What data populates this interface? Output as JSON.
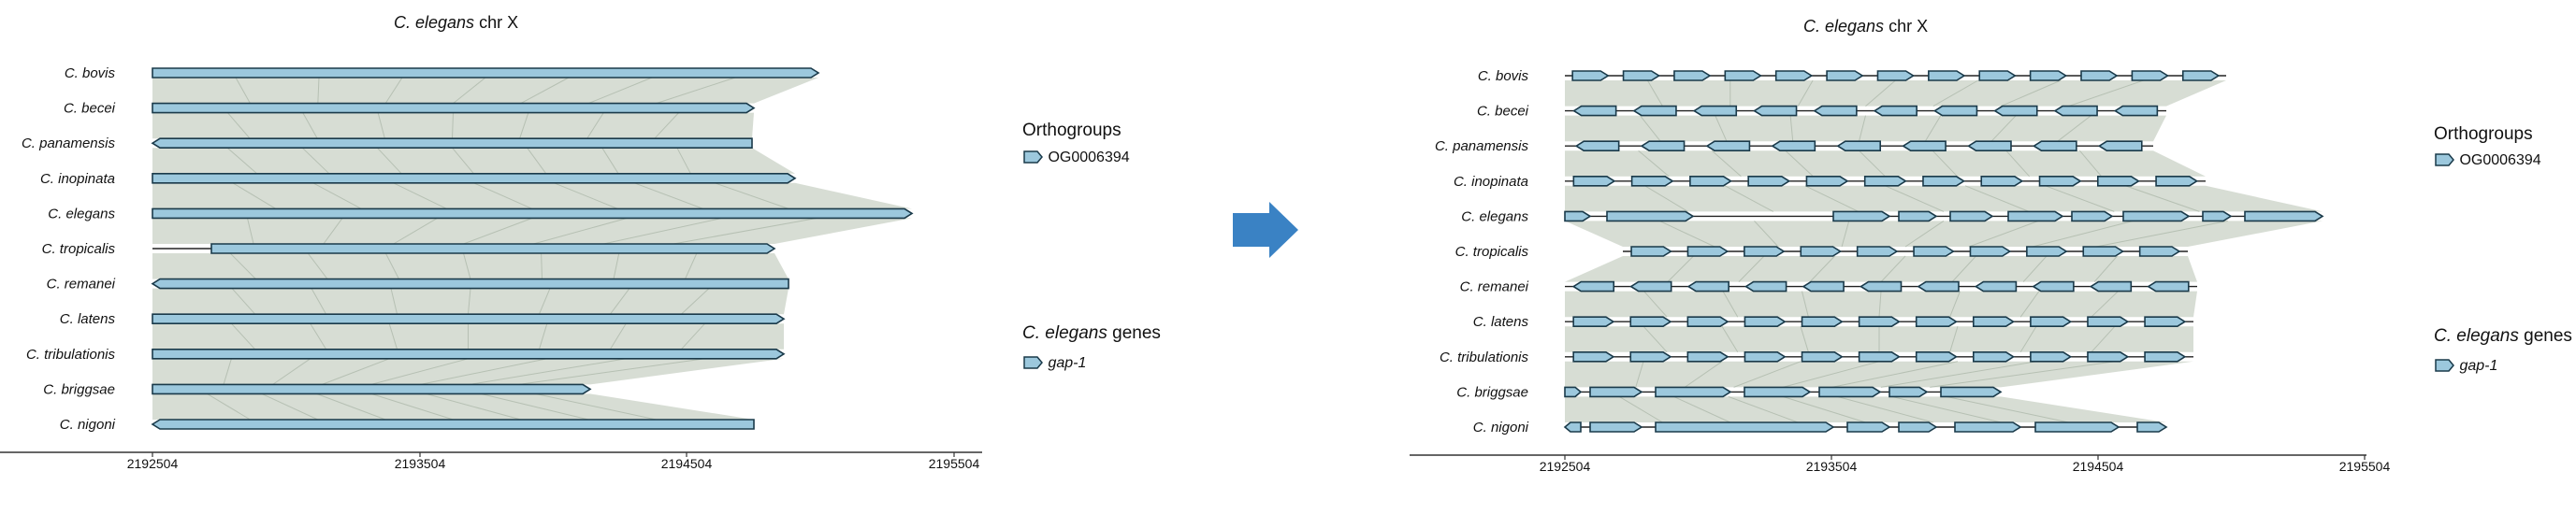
{
  "panels": [
    {
      "title_species": "C. elegans",
      "title_rest": " chr X",
      "species": [
        "C. bovis",
        "C. becei",
        "C. panamensis",
        "C. inopinata",
        "C. elegans",
        "C. tropicalis",
        "C. remanei",
        "C. latens",
        "C. tribulationis",
        "C. briggsae",
        "C. nigoni"
      ],
      "ticks": [
        "2192504",
        "2193504",
        "2194504",
        "2195504"
      ],
      "legend_groups_title": "Orthogroups",
      "legend_group_item": "OG0006394",
      "legend_genes_title_species": "C. elegans",
      "legend_genes_title_rest": " genes",
      "legend_gene_item": "gap-1"
    },
    {
      "title_species": "C. elegans",
      "title_rest": " chr X",
      "species": [
        "C. bovis",
        "C. becei",
        "C. panamensis",
        "C. inopinata",
        "C. elegans",
        "C. tropicalis",
        "C. remanei",
        "C. latens",
        "C. tribulationis",
        "C. briggsae",
        "C. nigoni"
      ],
      "ticks": [
        "2192504",
        "2193504",
        "2194504",
        "2195504"
      ],
      "legend_groups_title": "Orthogroups",
      "legend_group_item": "OG0006394",
      "legend_genes_title_species": "C. elegans",
      "legend_genes_title_rest": " genes",
      "legend_gene_item": "gap-1"
    }
  ],
  "colors": {
    "gene_fill": "#9cc8dd",
    "gene_stroke": "#1a3a4a",
    "ribbon": "#c9d2c6",
    "arrow": "#3a82c4",
    "axis": "#333333"
  },
  "arrow_icon": "right-arrow-icon"
}
